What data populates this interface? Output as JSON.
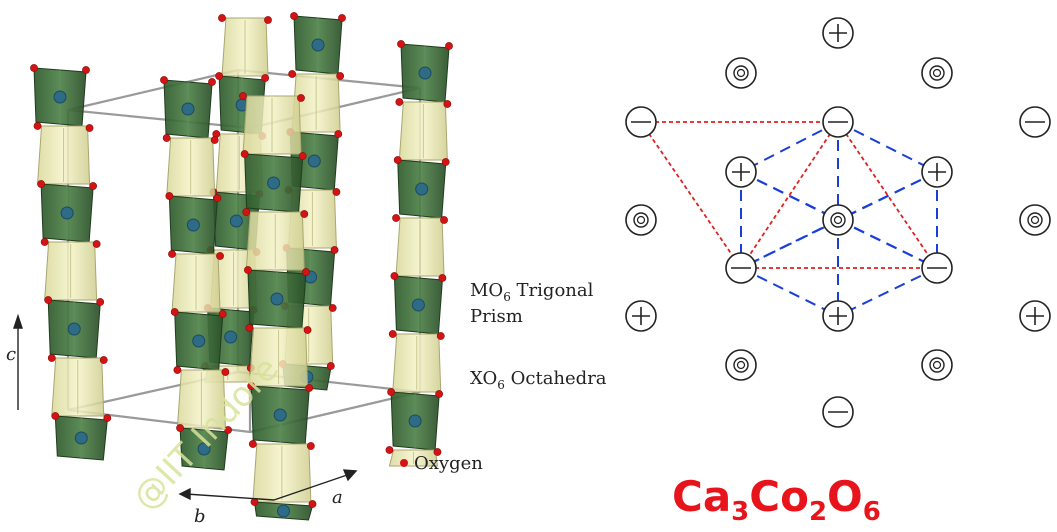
{
  "structure": {
    "labels": {
      "prism": {
        "mo": "MO",
        "sub": "6",
        "rest": " Trigonal",
        "line2": "Prism"
      },
      "octahedra": {
        "xo": "XO",
        "sub": "6",
        "rest": " Octahedra"
      },
      "oxygen": "Oxygen"
    },
    "axes": {
      "a": "a",
      "b": "b",
      "c": "c"
    },
    "watermark": "@IIT Indore",
    "colors": {
      "octahedron": "#3b6b38",
      "prism": "#ecebb0",
      "oxygen": "#d41414",
      "metal": "#2d6b87"
    }
  },
  "lattice": {
    "symbols": {
      "plus": "+",
      "minus": "−",
      "circle": "◎"
    },
    "colors": {
      "red_lines": "#e02020",
      "blue_lines": "#1a3fd8"
    }
  },
  "formula": {
    "parts": [
      {
        "base": "Ca",
        "sub": "3"
      },
      {
        "base": "Co",
        "sub": "2"
      },
      {
        "base": "O",
        "sub": "6"
      }
    ]
  }
}
